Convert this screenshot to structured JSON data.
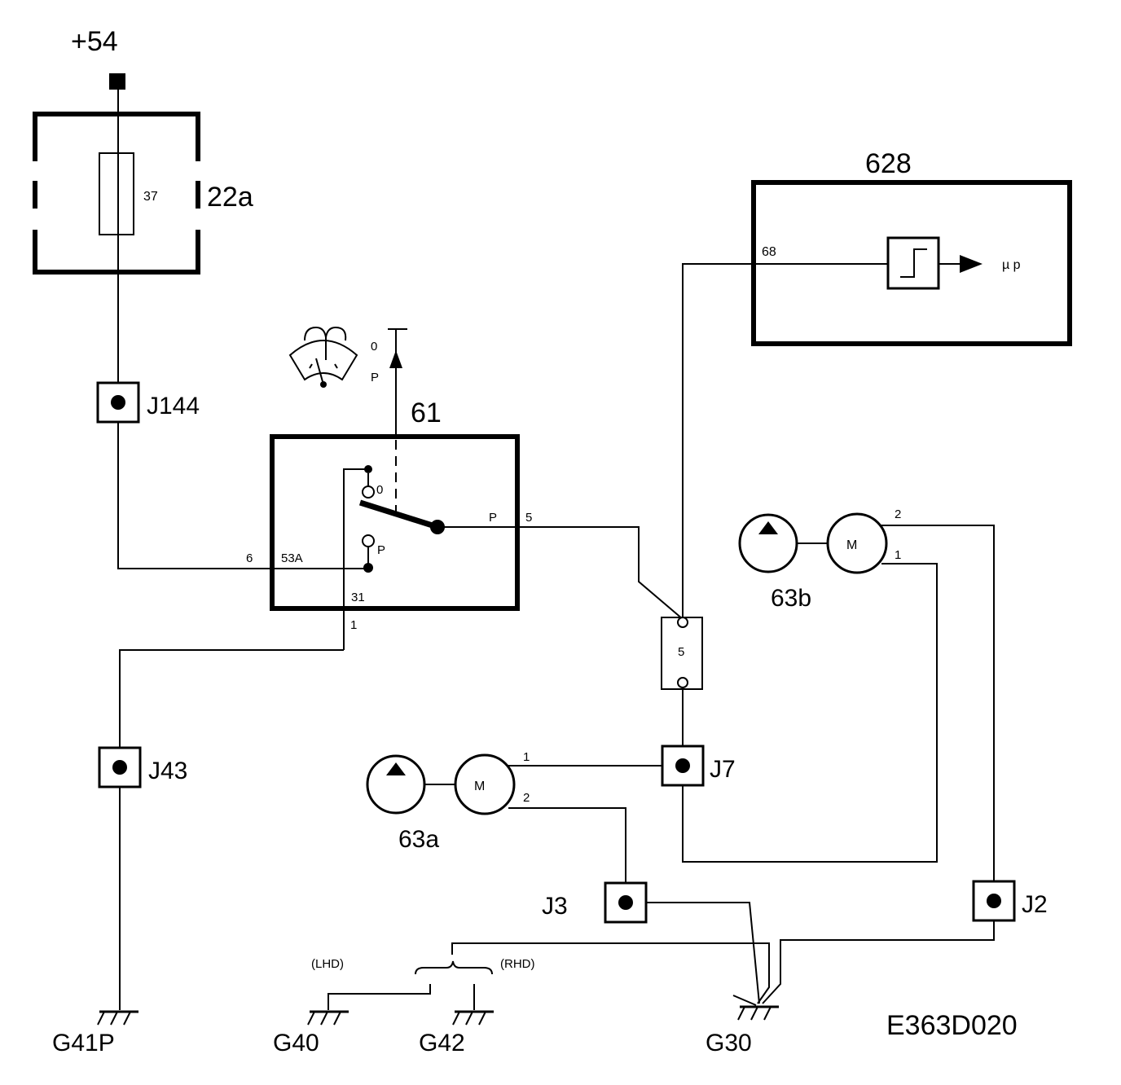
{
  "supply": {
    "label": "+54"
  },
  "fuse_box": {
    "label": "22a",
    "fuse_number": "37"
  },
  "ecu": {
    "label": "628",
    "pin": "68",
    "output_label": "µ p"
  },
  "switch": {
    "label": "61",
    "symbol_pos_0": "0",
    "symbol_pos_p": "P",
    "contact_0": "0",
    "contact_p": "P",
    "pin_6": "6",
    "pin_53a": "53A",
    "pin_31": "31",
    "pin_1": "1",
    "out_p": "P",
    "out_5": "5"
  },
  "inline_connector": {
    "label": "5"
  },
  "junctions": {
    "j144": "J144",
    "j43": "J43",
    "j7": "J7",
    "j3": "J3",
    "j2": "J2"
  },
  "motor_63a": {
    "label": "63a",
    "motor_symbol": "M",
    "pin1": "1",
    "pin2": "2"
  },
  "motor_63b": {
    "label": "63b",
    "motor_symbol": "M",
    "pin1": "1",
    "pin2": "2"
  },
  "grounds": {
    "g41p": "G41P",
    "g40": "G40",
    "g42": "G42",
    "g30": "G30",
    "lhd": "(LHD)",
    "rhd": "(RHD)"
  },
  "diagram_code": "E363D020"
}
